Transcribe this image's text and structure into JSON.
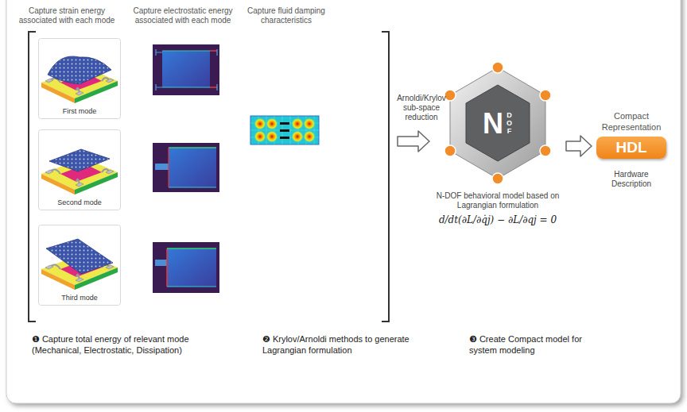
{
  "diagram": {
    "nodes": [
      {
        "text": [
          "Capture strain energy associated with each mode",
          "Capture electrostatic energy associated with each mode",
          "Capture fluid damping characteristics"
        ]
      },
      {
        "text": [
          "First mode"
        ],
        "in": 0
      },
      {
        "text": [
          "Second mode"
        ],
        "in": 0
      },
      {
        "text": [
          "Third mode"
        ],
        "in": 0
      },
      {
        "text": [
          "N",
          "DOF",
          "N-DOF behavioral model based on Lagrangian formulation"
        ]
      },
      {
        "text": [
          "Compact Representation",
          "HDL",
          "Hardware Description"
        ]
      }
    ],
    "edges": [
      {
        "from": 0,
        "to": 4,
        "arrow": "to",
        "label": "Arnoldi/Krylov sub-space reduction"
      },
      {
        "from": 4,
        "to": 5,
        "arrow": "to"
      }
    ],
    "labels": [
      "d/dt(∂L/∂q̇j) − ∂L/∂qj = 0",
      "❶ Capture total energy of relevant mode (Mechanical, Electrostatic, Dissipation)",
      "❷ Krylov/Arnoldi methods to generate Lagrangian formulation",
      "❸ Create Compact model for system modeling"
    ]
  }
}
